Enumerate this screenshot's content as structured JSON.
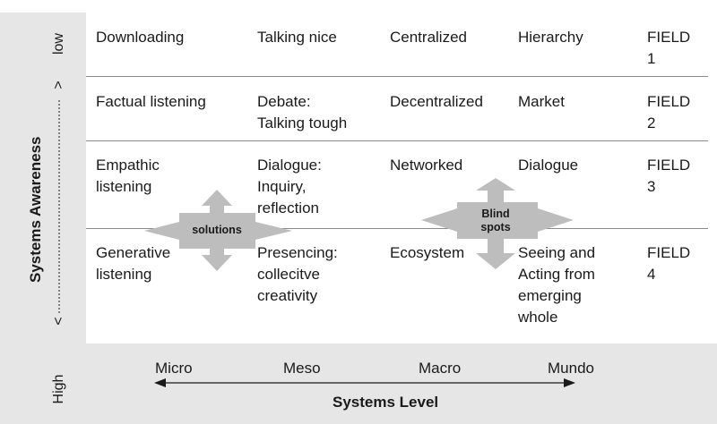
{
  "y_axis": {
    "title": "Systems Awareness",
    "low_label": "low",
    "high_label": "High",
    "arrow_text_top": ">",
    "arrow_text_bottom": "<"
  },
  "x_axis": {
    "title": "Systems Level",
    "levels": [
      "Micro",
      "Meso",
      "Macro",
      "Mundo"
    ]
  },
  "rows": [
    [
      "Downloading",
      "Talking nice",
      "Centralized",
      "Hierarchy",
      "FIELD\n1"
    ],
    [
      "Factual listening",
      "Debate:\nTalking tough",
      "Decentralized",
      "Market",
      "FIELD\n2"
    ],
    [
      "Empathic\nlistening",
      "Dialogue:\nInquiry,\nreflection",
      "Networked",
      "Dialogue",
      "FIELD\n3"
    ],
    [
      "Generative\nlistening",
      "Presencing:\ncollecitve\ncreativity",
      "Ecosystem",
      "Seeing and\nActing from\nemerging\nwhole",
      "FIELD\n4"
    ]
  ],
  "crosses": {
    "solutions": "solutions",
    "blind_spots": "Blind\nspots"
  },
  "colors": {
    "band": "#e6e6e6",
    "cross": "#bdbdbd",
    "line": "#8a8a8a"
  }
}
